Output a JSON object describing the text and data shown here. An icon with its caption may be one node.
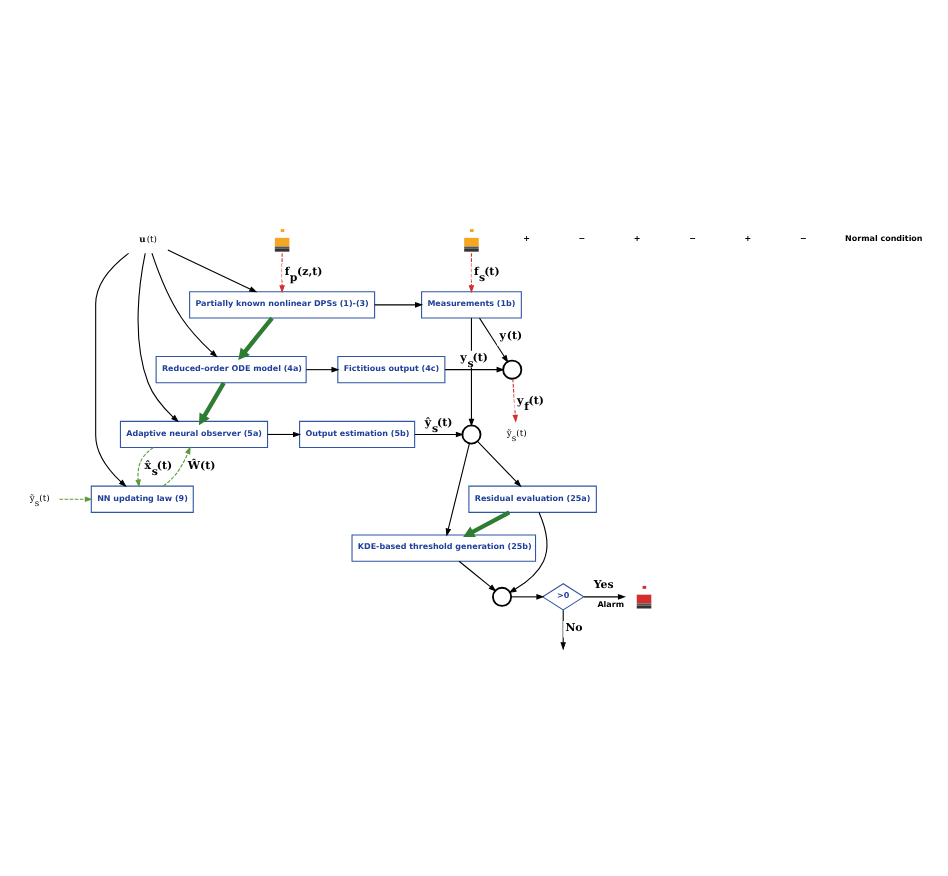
{
  "diagram": {
    "nodes": [
      {
        "text": [],
        "shape": "picture"
      },
      {
        "text": [],
        "shape": "picture"
      },
      {
        "text": [
          "**u**(t)"
        ]
      },
      {
        "text": [
          "Partially known nonlinear DPSs (1)-(3)"
        ]
      },
      {
        "text": [
          "Measurements (1b)"
        ]
      },
      {
        "text": [
          "Reduced-order ODE model (4a)"
        ]
      },
      {
        "text": [
          "Fictitious output (4c)"
        ]
      },
      {
        "text": [],
        "shape": "circle"
      },
      {
        "text": [
          "Adaptive neural observer (5a)"
        ]
      },
      {
        "text": [
          "Output estimation (5b)"
        ]
      },
      {
        "text": [],
        "shape": "circle"
      },
      {
        "text": [
          "ỹ$_{s}$(t)"
        ]
      },
      {
        "text": [
          "NN updating law (9)"
        ]
      },
      {
        "text": [
          "ỹ$_{s}$(t)"
        ]
      },
      {
        "text": [
          "Residual evaluation (25a)"
        ]
      },
      {
        "text": [
          "KDE-based threshold generation (25b)"
        ]
      },
      {
        "text": [],
        "shape": "circle"
      },
      {
        "text": [
          ">0"
        ]
      },
      {
        "text": [],
        "shape": "picture",
        "beside": [
          "Alarm"
        ]
      }
    ],
    "edges": [
      {
        "from": 0,
        "to": 3,
        "arrow": "to",
        "label": "f$_{p}$(z,t)",
        "style": "dashed",
        "color": "#d32f2f"
      },
      {
        "from": 1,
        "to": 4,
        "arrow": "to",
        "label": "f$_{s}$(t)",
        "style": "dashed",
        "color": "#d32f2f"
      },
      {
        "from": 2,
        "to": 3,
        "arrow": "to"
      },
      {
        "from": 2,
        "to": 5,
        "arrow": "to"
      },
      {
        "from": 2,
        "to": 8,
        "arrow": "to"
      },
      {
        "from": 2,
        "to": 12,
        "arrow": "to"
      },
      {
        "from": 3,
        "to": 4,
        "arrow": "to"
      },
      {
        "from": 3,
        "to": 5,
        "arrow": "to",
        "style": "thick",
        "color": "#2e7d32"
      },
      {
        "from": 4,
        "to": 7,
        "arrow": "to",
        "label": "**y**(t)"
      },
      {
        "from": 4,
        "to": 10,
        "arrow": "to"
      },
      {
        "from": 5,
        "to": 6,
        "arrow": "to"
      },
      {
        "from": 6,
        "to": 7,
        "arrow": "to",
        "label": "y$_{s}$(t)"
      },
      {
        "from": 7,
        "to": 11,
        "arrow": "to",
        "label": "y$_{f}$(t)",
        "style": "dashed",
        "color": "#d32f2f"
      },
      {
        "from": 5,
        "to": 8,
        "arrow": "to",
        "style": "thick",
        "color": "#2e7d32"
      },
      {
        "from": 8,
        "to": 9,
        "arrow": "to"
      },
      {
        "from": 9,
        "to": 10,
        "arrow": "to",
        "label": "ŷ$_{s}$(t)"
      },
      {
        "from": 8,
        "to": 12,
        "arrow": "to",
        "label": "x̂$_{s}$(t)",
        "style": "dashed",
        "color": "#5a9a3a"
      },
      {
        "from": 12,
        "to": 8,
        "arrow": "to",
        "label": "Ŵ(t)",
        "style": "dashed",
        "color": "#5a9a3a"
      },
      {
        "from": 13,
        "to": 12,
        "arrow": "to",
        "style": "dashed",
        "color": "#5a9a3a"
      },
      {
        "from": 10,
        "to": 14,
        "arrow": "to"
      },
      {
        "from": 10,
        "to": 15,
        "arrow": "to"
      },
      {
        "from": 14,
        "to": 15,
        "arrow": "to",
        "style": "thick",
        "color": "#2e7d32"
      },
      {
        "from": 14,
        "to": 16,
        "arrow": "to"
      },
      {
        "from": 15,
        "to": 16,
        "arrow": "to"
      },
      {
        "from": 16,
        "to": 17,
        "arrow": "to"
      },
      {
        "from": 17,
        "to": 18,
        "arrow": "to",
        "label": "Yes"
      },
      {
        "from": 17,
        "to": null,
        "arrow": "to",
        "label": "No"
      }
    ],
    "labels": [
      "+",
      "−",
      "+",
      "−",
      "+",
      "−",
      "Normal condition"
    ]
  }
}
